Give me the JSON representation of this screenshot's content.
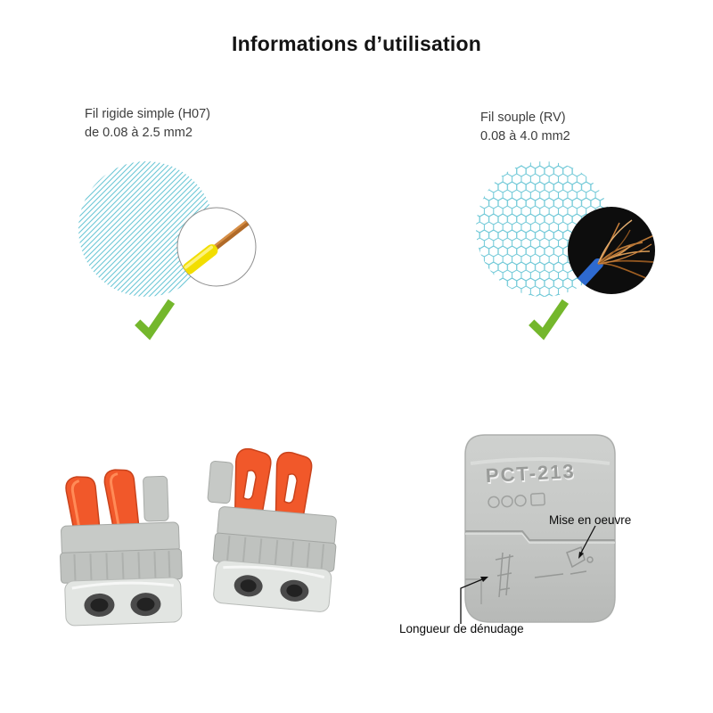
{
  "title": "Informations d’utilisation",
  "rigid_wire": {
    "label_line1": "Fil rigide simple (H07)",
    "label_line2": "de 0.08 à 2.5 mm2"
  },
  "flexible_wire": {
    "label_line1": "Fil souple (RV)",
    "label_line2": "0.08 à 4.0 mm2"
  },
  "connector": {
    "model": "PCT-213",
    "annotations": {
      "implementation": "Mise en oeuvre",
      "strip_length": "Longueur de dénudage"
    }
  },
  "colors": {
    "pattern_cyan": "#6cc7d6",
    "check_green": "#74b72c",
    "lever_orange": "#f1582a",
    "wire_yellow": "#f2de00",
    "wire_copper": "#b06a28",
    "wire_blue": "#2e6ad0",
    "connector_gray": "#c6c8c6",
    "annotation_color": "#111111"
  }
}
